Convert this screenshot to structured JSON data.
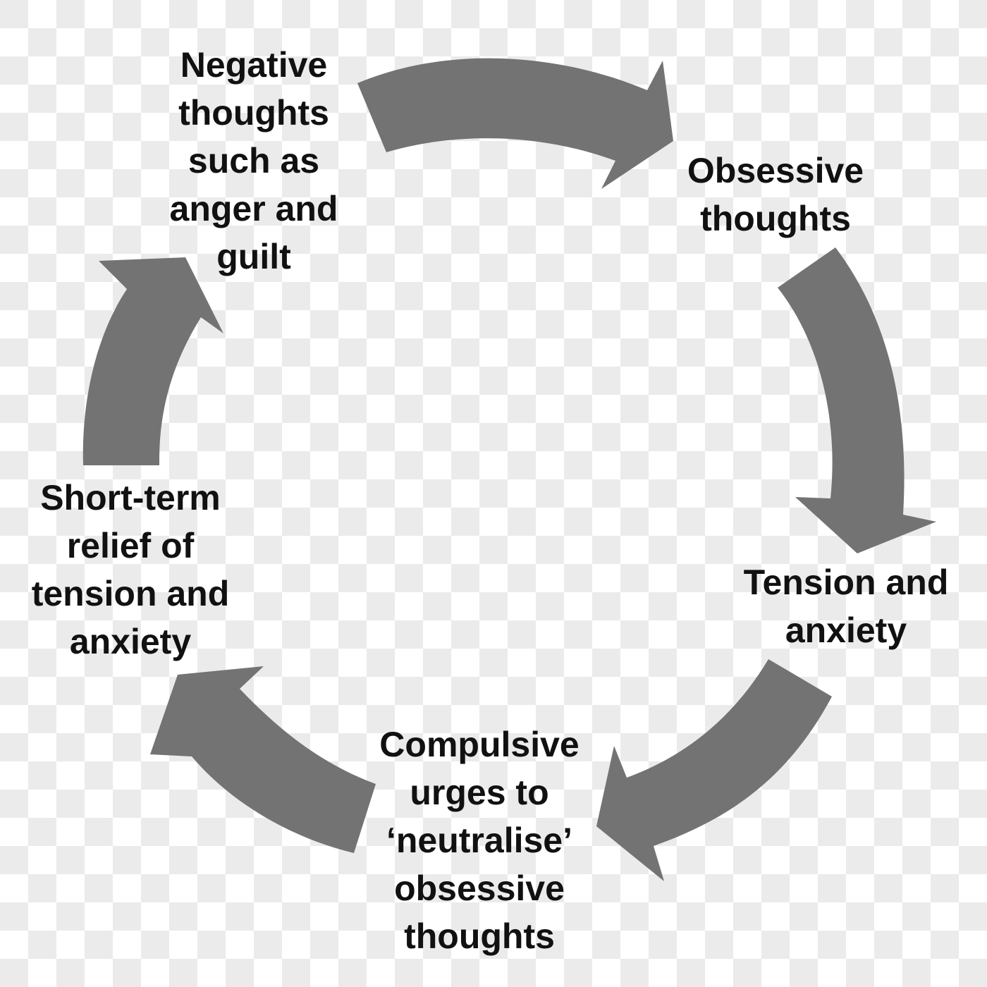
{
  "diagram": {
    "title": "OCD cycle",
    "arrow_color": "#737373",
    "text_color": "#111111",
    "nodes": [
      {
        "id": "negative",
        "label": "Negative\nthoughts\nsuch as\nanger and\nguilt"
      },
      {
        "id": "obsessive",
        "label": "Obsessive\nthoughts"
      },
      {
        "id": "tension",
        "label": "Tension and\nanxiety"
      },
      {
        "id": "compulsive",
        "label": "Compulsive\nurges to\n‘neutralise’\nobsessive\nthoughts"
      },
      {
        "id": "relief",
        "label": "Short-term\nrelief of\ntension and\nanxiety"
      }
    ],
    "edges": [
      {
        "from": "negative",
        "to": "obsessive"
      },
      {
        "from": "obsessive",
        "to": "tension"
      },
      {
        "from": "tension",
        "to": "compulsive"
      },
      {
        "from": "compulsive",
        "to": "relief"
      },
      {
        "from": "relief",
        "to": "negative"
      }
    ]
  }
}
